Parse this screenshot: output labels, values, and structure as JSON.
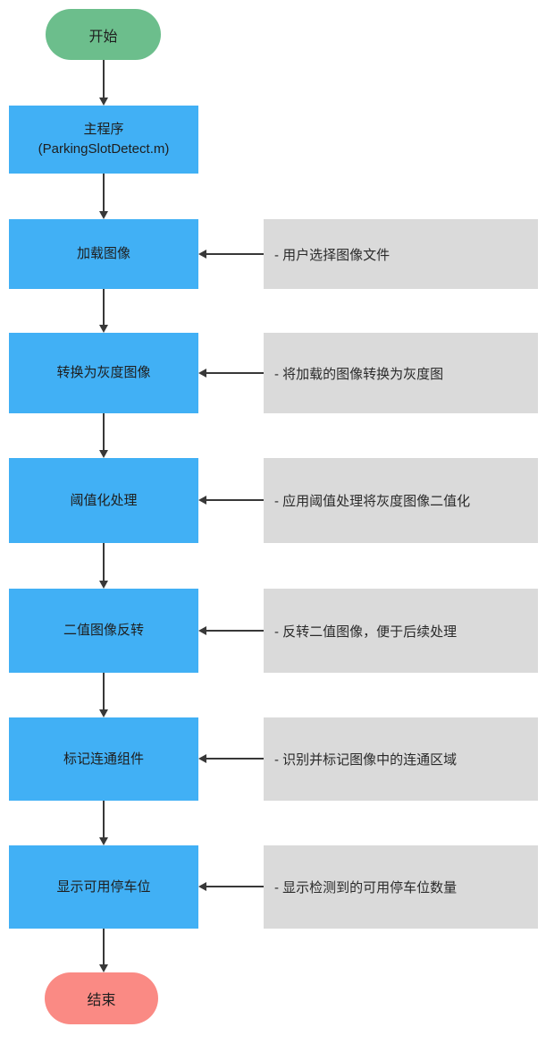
{
  "diagram": {
    "title_implicit": "ParkingSlotDetect flowchart",
    "start_label": "开始",
    "end_label": "结束",
    "steps": [
      {
        "label": "主程序",
        "sublabel": "(ParkingSlotDetect.m)",
        "note": ""
      },
      {
        "label": "加载图像",
        "note": "- 用户选择图像文件"
      },
      {
        "label": "转换为灰度图像",
        "note": "- 将加载的图像转换为灰度图"
      },
      {
        "label": "阈值化处理",
        "note": "- 应用阈值处理将灰度图像二值化"
      },
      {
        "label": "二值图像反转",
        "note": "- 反转二值图像，便于后续处理"
      },
      {
        "label": "标记连通组件",
        "note": "- 识别并标记图像中的连通区域"
      },
      {
        "label": "显示可用停车位",
        "note": "- 显示检测到的可用停车位数量"
      }
    ],
    "colors": {
      "start_fill": "#6CBE8C",
      "end_fill": "#FA8A84",
      "process_fill": "#41B0F5",
      "note_fill": "#DADADA",
      "arrow": "#383838"
    }
  }
}
